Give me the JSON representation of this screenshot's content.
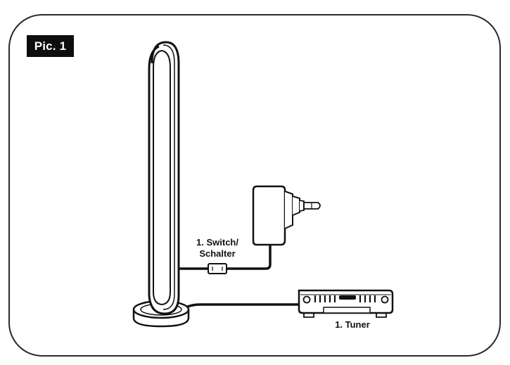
{
  "figure": {
    "badge": "Pic. 1"
  },
  "labels": {
    "switch_line1": "1. Switch/",
    "switch_line2": "Schalter",
    "tuner": "1. Tuner"
  }
}
